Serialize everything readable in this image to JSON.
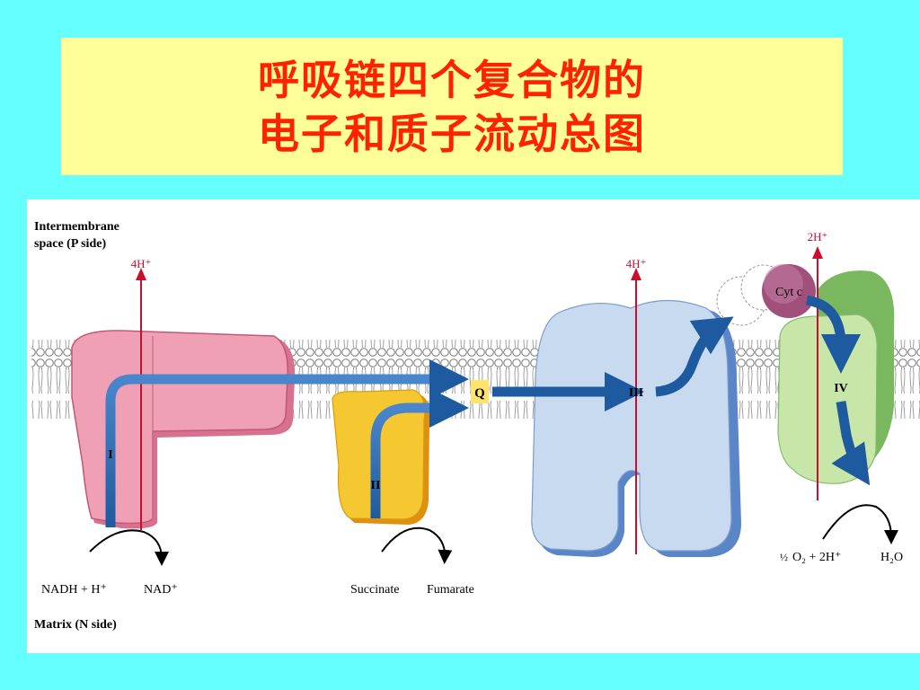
{
  "slide": {
    "title_line1": "呼吸链四个复合物的",
    "title_line2": "电子和质子流动总图",
    "background_color": "#66ffff",
    "title_background": "#ffff99",
    "title_color": "#ff2200"
  },
  "diagram": {
    "labels": {
      "intermembrane_1": "Intermembrane",
      "intermembrane_2": "space (P side)",
      "matrix": "Matrix (N side)",
      "complex_I": "I",
      "complex_II": "II",
      "complex_III": "III",
      "complex_IV": "IV",
      "q": "Q",
      "cyt_c": "Cyt c",
      "proton_I": "4H⁺",
      "proton_III": "4H⁺",
      "proton_IV": "2H⁺",
      "nadh": "NADH + H⁺",
      "nad": "NAD⁺",
      "succinate": "Succinate",
      "fumarate": "Fumarate",
      "half": "½",
      "o2_2h": "O₂ + 2H⁺",
      "h2o": "H₂O"
    },
    "colors": {
      "complex_I": "#f0a0b4",
      "complex_II": "#f5c832",
      "complex_III": "#c8daf0",
      "complex_IV": "#c8e6a8",
      "cyt_c": "#a0507a",
      "electron_arrow": "#1e5aa0",
      "proton_arrow": "#c8102e"
    }
  }
}
